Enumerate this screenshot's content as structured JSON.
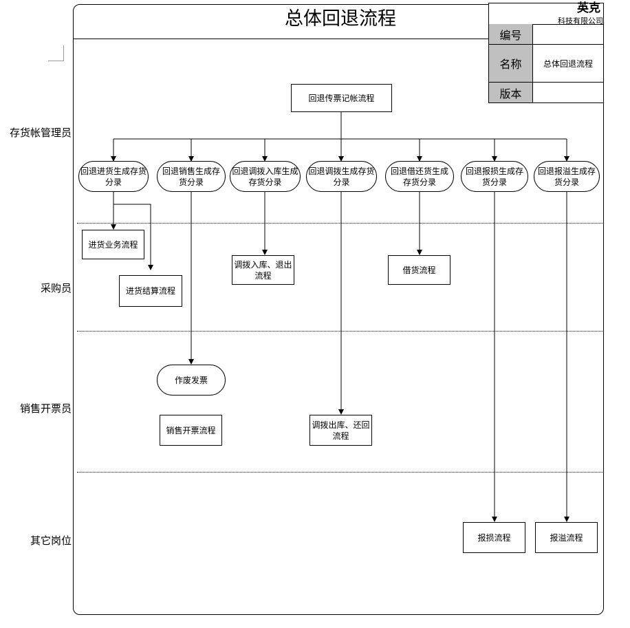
{
  "title": "总体回退流程",
  "info": {
    "company_name": "英克",
    "company_sub": "科技有限公司",
    "rows": [
      {
        "label": "编号",
        "value": ""
      },
      {
        "label": "名称",
        "value": "总体回退流程"
      },
      {
        "label": "版本",
        "value": ""
      }
    ]
  },
  "lanes": [
    "存货帐管理员",
    "采购员",
    "销售开票员",
    "其它岗位"
  ],
  "nodes": {
    "root": "回退传票记帐流程",
    "r1": "回退进货生成存货分录",
    "r2": "回退销售生成存货分录",
    "r3": "回退调拨入库生成存货分录",
    "r4": "回退调拨生成存货分录",
    "r5": "回退借还货生成存货分录",
    "r6": "回退报损生成存货分录",
    "r7": "回退报溢生成存货分录",
    "p1": "进货业务流程",
    "p2": "进货结算流程",
    "p3": "调拨入库、退出流程",
    "p4": "借货流程",
    "s1": "作废发票",
    "s2": "销售开票流程",
    "s3": "调拨出库、还回流程",
    "o1": "报损流程",
    "o2": "报溢流程"
  }
}
